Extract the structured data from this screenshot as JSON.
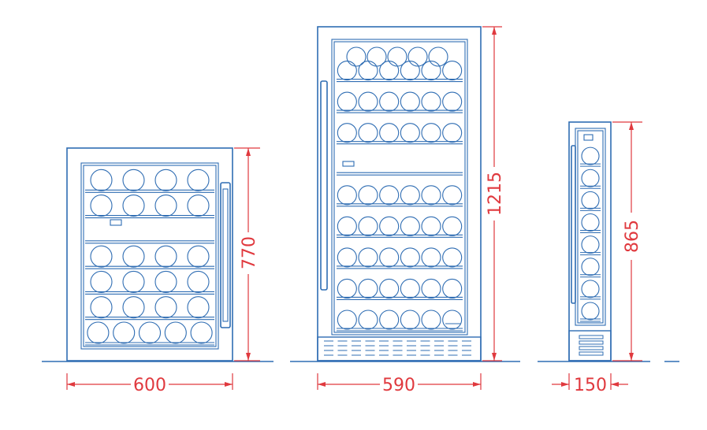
{
  "colors": {
    "outline": "#2f6db3",
    "dimension": "#e0393e",
    "background": "#ffffff"
  },
  "units": [
    {
      "id": "undercounter",
      "width_label": "600",
      "height_label": "770",
      "shelves": [
        4,
        4,
        0,
        4,
        4,
        4,
        5
      ]
    },
    {
      "id": "tall",
      "width_label": "590",
      "height_label": "1215",
      "shelves": [
        6,
        6,
        6,
        0,
        6,
        6,
        6,
        6,
        6
      ]
    },
    {
      "id": "slim",
      "width_label": "150",
      "height_label": "865",
      "shelves": [
        1,
        1,
        1,
        1,
        1,
        1,
        1,
        1
      ]
    }
  ]
}
